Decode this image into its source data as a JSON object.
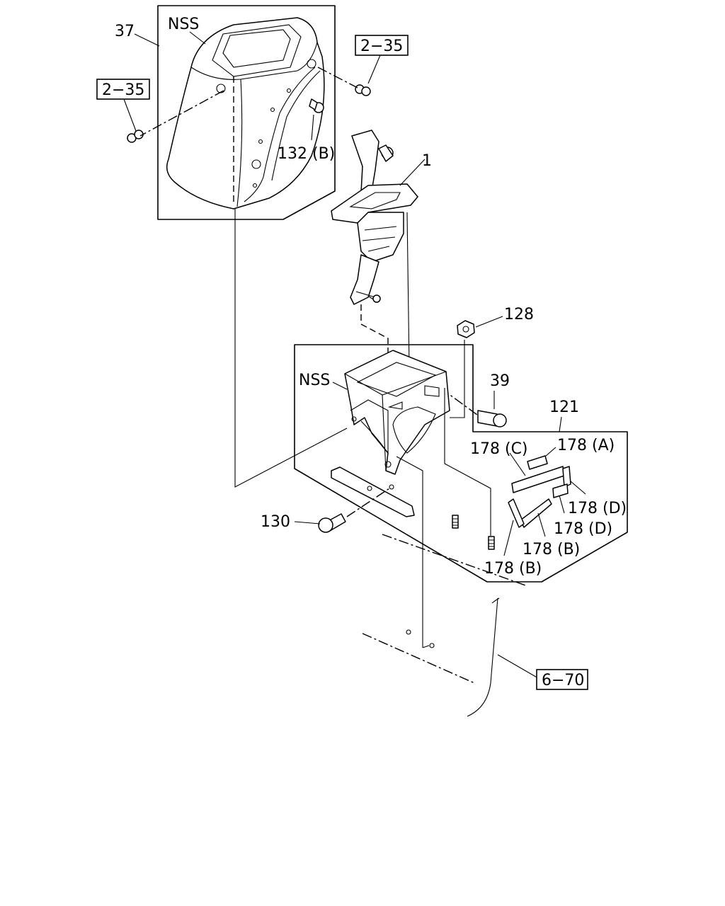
{
  "labels": {
    "l37": "37",
    "nss_top": "NSS",
    "ref_2_35_right": "2−35",
    "ref_2_35_left": "2−35",
    "l132b": "132 (B)",
    "l1": "1",
    "l128": "128",
    "nss_mid": "NSS",
    "l39": "39",
    "l121": "121",
    "l178c": "178 (C)",
    "l178a": "178 (A)",
    "l178d_1": "178 (D)",
    "l178d_2": "178 (D)",
    "l178b_1": "178 (B)",
    "l178b_2": "178 (B)",
    "l130": "130",
    "ref_6_70": "6−70"
  }
}
